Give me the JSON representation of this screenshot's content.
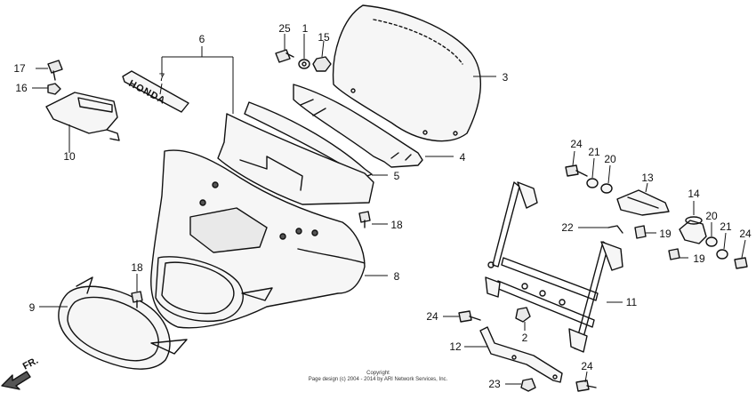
{
  "diagram": {
    "brand_emblem_text": "HONDA",
    "front_indicator": "FR.",
    "copyright": {
      "line1": "Copyright",
      "line2": "Page design (c) 2004 - 2014 by ARI Network Services, Inc."
    },
    "callouts": {
      "c1": "1",
      "c2": "2",
      "c3": "3",
      "c4": "4",
      "c5": "5",
      "c6": "6",
      "c7": "7",
      "c8": "8",
      "c9": "9",
      "c10": "10",
      "c11": "11",
      "c12": "12",
      "c13": "13",
      "c14": "14",
      "c15": "15",
      "c16": "16",
      "c17": "17",
      "c18a": "18",
      "c18b": "18",
      "c19a": "19",
      "c19b": "19",
      "c20a": "20",
      "c20b": "20",
      "c21a": "21",
      "c21b": "21",
      "c22": "22",
      "c23": "23",
      "c24a": "24",
      "c24b": "24",
      "c24c": "24",
      "c24d": "24",
      "c25": "25"
    }
  }
}
